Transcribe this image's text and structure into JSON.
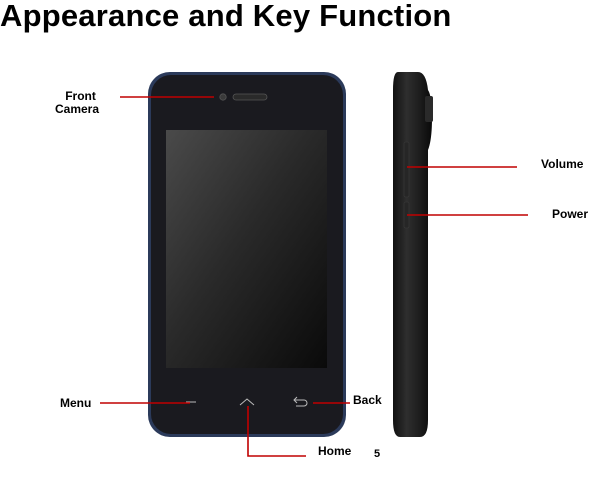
{
  "page": {
    "title": "Appearance and Key Function",
    "page_number": "5"
  },
  "labels": {
    "front_camera_line1": "Front",
    "front_camera_line2": "Camera",
    "menu": "Menu",
    "back": "Back",
    "home": "Home",
    "volume": "Volume",
    "power": "Power"
  },
  "colors": {
    "callout_line": "#c00000",
    "phone_body": "#1a1a1f",
    "bezel_trim": "#2b3a5a"
  }
}
